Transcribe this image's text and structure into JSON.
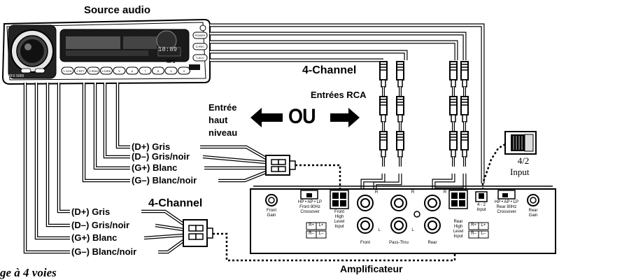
{
  "header": {
    "source": "Source audio",
    "footer_left": "ge à 4 voies",
    "amplifier": "Amplificateur"
  },
  "head_unit": {
    "model": "XFX 5000",
    "buttons": [
      "1 SCN",
      "2 RPT",
      "3 RDM",
      "4 DIRE",
      "5",
      "6",
      "7",
      "8",
      "9",
      "0"
    ],
    "side_buttons": [
      "POWER",
      "D-REC",
      "T-ACC"
    ],
    "display": {
      "clock": "18:89",
      "mp3": "MP3"
    }
  },
  "signal": {
    "channel_top": "4-Channel",
    "channel_bottom": "4-Channel",
    "rca_inputs": "Entrées RCA",
    "high_level_line1": "Entrée",
    "high_level_line2": "haut",
    "high_level_line3": "niveau",
    "or": "OU"
  },
  "wires_upper": [
    "(D+) Gris",
    "(D–) Gris/noir",
    "(G+) Blanc",
    "(G–) Blanc/noir"
  ],
  "wires_lower": [
    "(D+) Gris",
    "(D–) Gris/noir",
    "(G+) Blanc",
    "(G–) Blanc/noir"
  ],
  "switch_box": {
    "line1": "4/2",
    "line2": "Input"
  },
  "amp": {
    "front_gain": [
      "Front",
      "Gain"
    ],
    "front_crossover": [
      "HP • AP • LP",
      "Front 80Hz",
      "Crossover"
    ],
    "front_high_level": [
      "Front",
      "High",
      "Level",
      "Input"
    ],
    "front": "Front",
    "pass_thru": "Pass-Thru",
    "rear": "Rear",
    "rear_high_level": [
      "Rear",
      "High",
      "Level",
      "Input"
    ],
    "input_switch": [
      "4 - 2",
      "Input"
    ],
    "rear_crossover": [
      "HP • AP • LP",
      "Rear 80Hz",
      "Crossover"
    ],
    "rear_gain": [
      "Rear",
      "Gain"
    ],
    "r": "R",
    "l": "L",
    "pins": [
      "R+",
      "L+",
      "R–",
      "L–"
    ]
  }
}
